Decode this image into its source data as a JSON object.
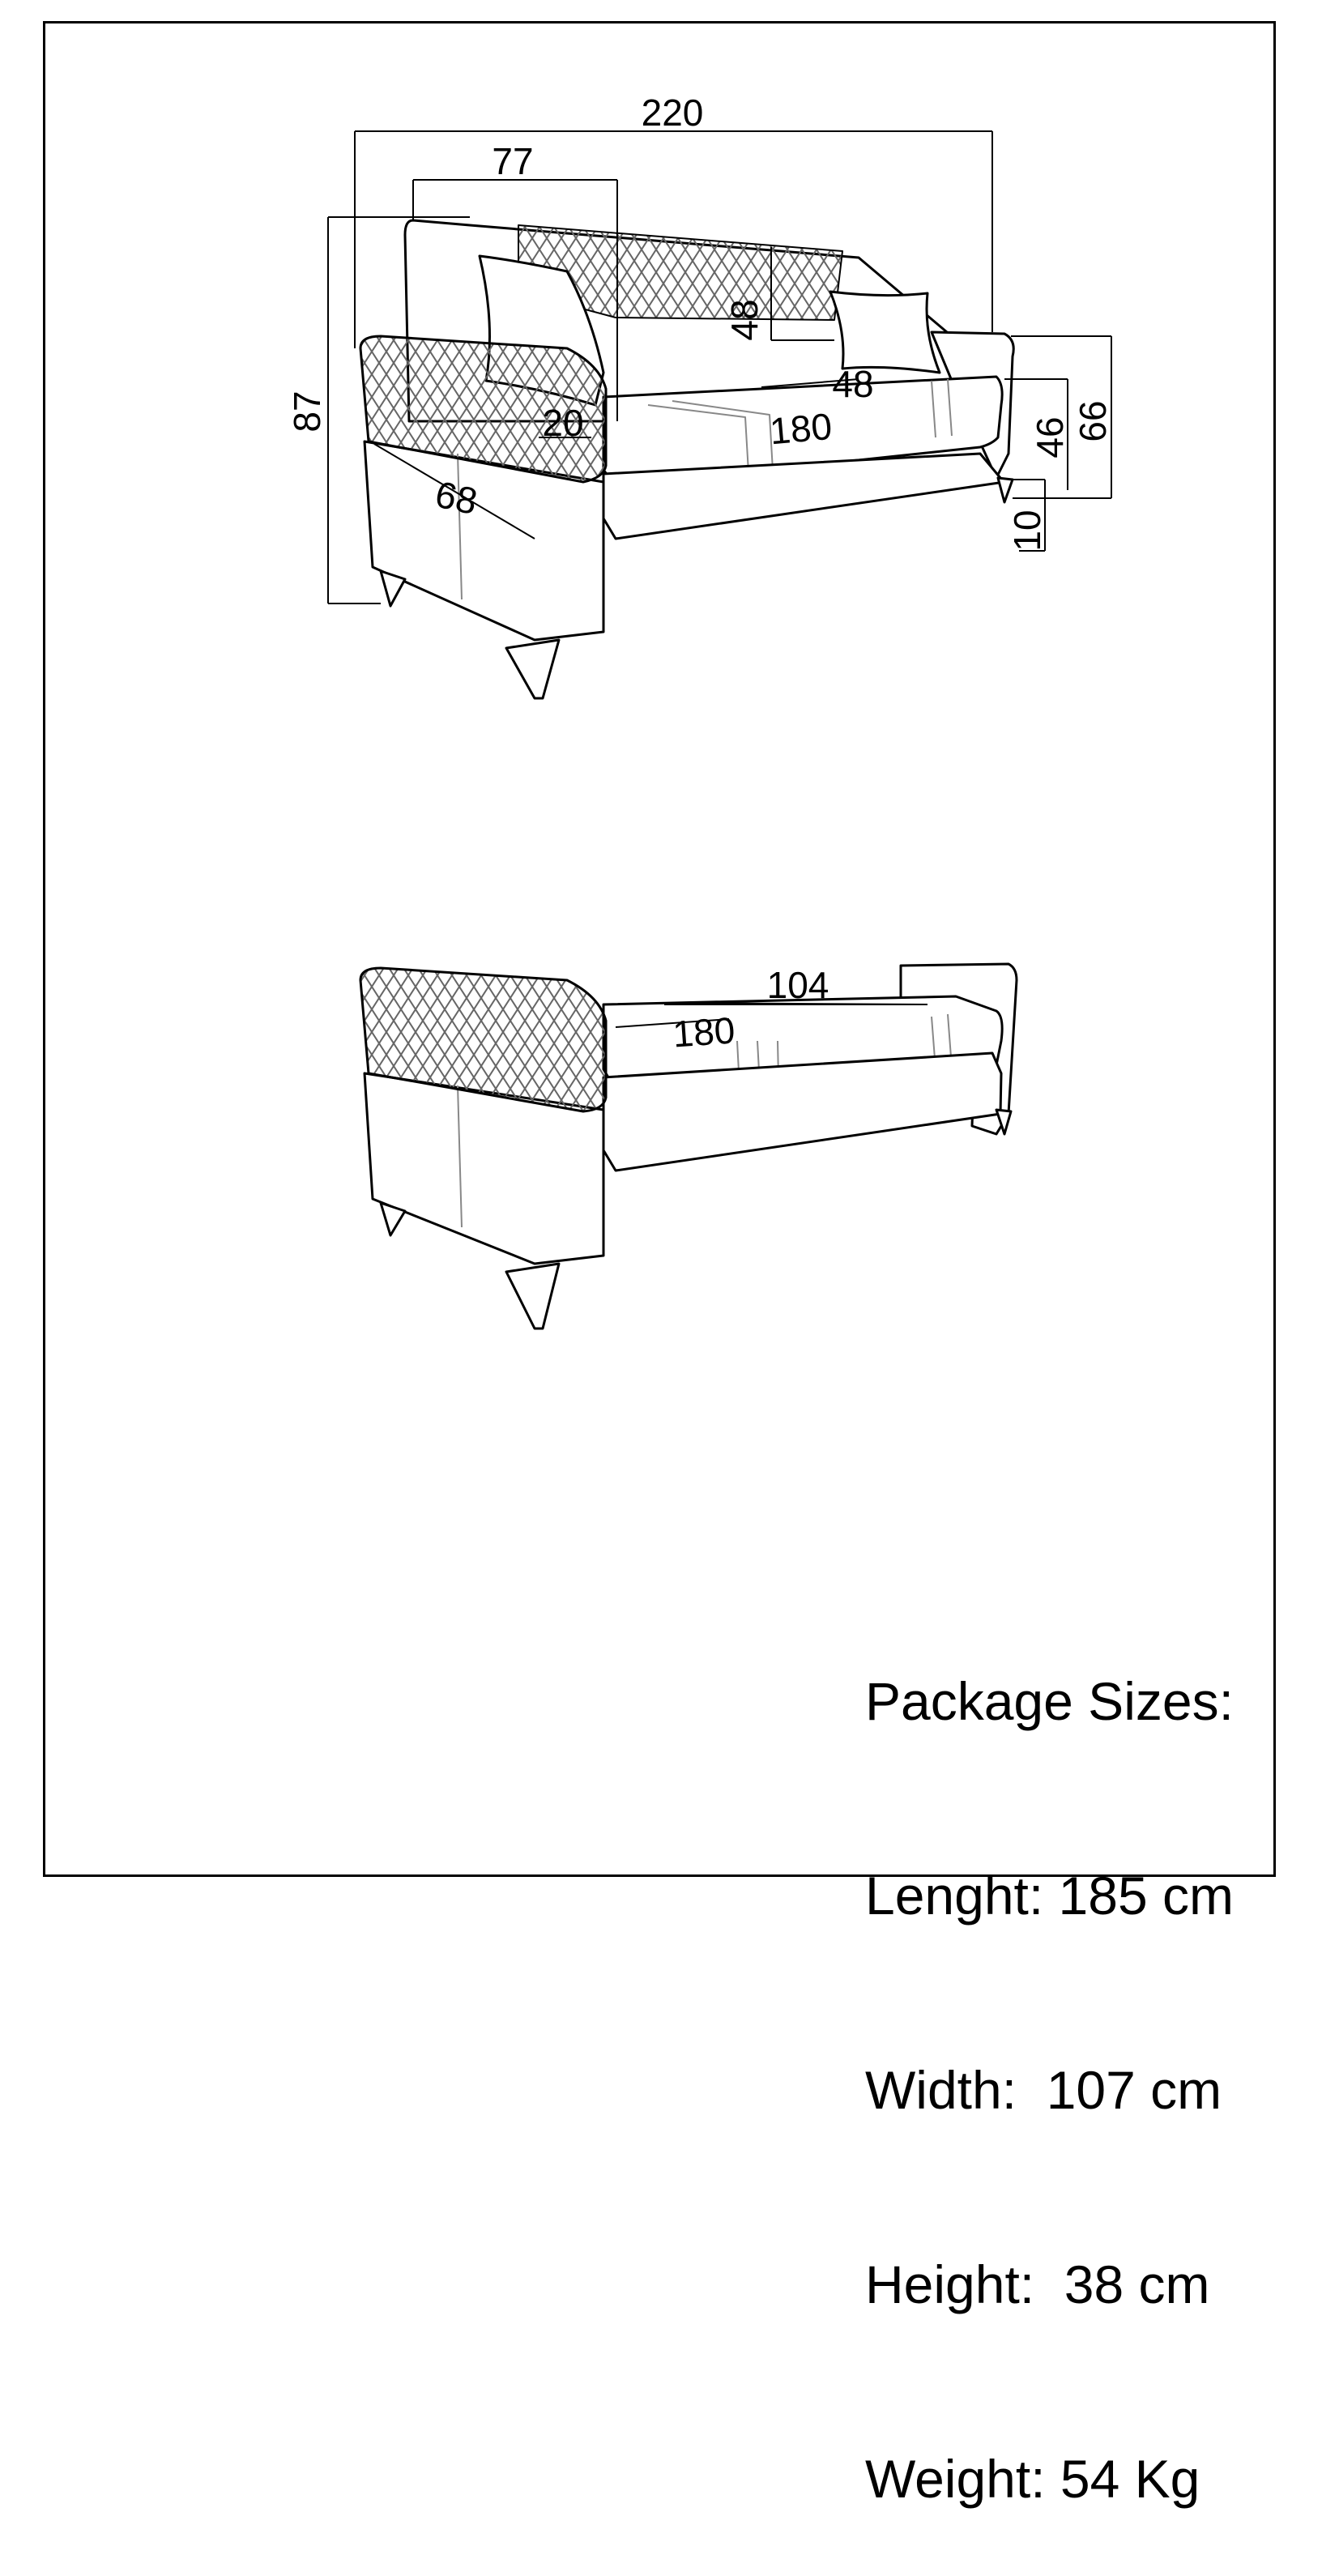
{
  "dimensions": {
    "overall_width": "220",
    "seat_back_width": "77",
    "overall_height": "87",
    "backrest_height": "48",
    "pillow_width": "48",
    "arm_width": "20",
    "seat_length": "180",
    "depth": "68",
    "arm_height": "66",
    "seat_height": "46",
    "leg_height": "10",
    "bed_depth": "104",
    "bed_length": "180"
  },
  "package": {
    "title": "Package Sizes:",
    "length": "Lenght: 185 cm",
    "width": "Width:  107 cm",
    "height": "Height:  38 cm",
    "weight": "Weight: 54 Kg"
  }
}
